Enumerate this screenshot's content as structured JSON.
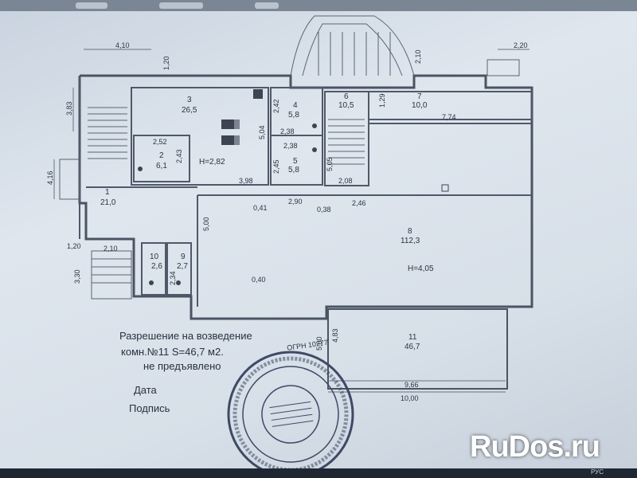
{
  "dimensions": {
    "d_410": "4,10",
    "d_120": "1,20",
    "d_210_top": "2,10",
    "d_220": "2,20",
    "d_383": "3,83",
    "d_242": "2,42",
    "d_238a": "2,38",
    "d_238b": "2,38",
    "d_504": "5,04",
    "d_129": "1,29",
    "d_774": "7,74",
    "d_252": "2,52",
    "d_243": "2,43",
    "d_245": "2,45",
    "d_505": "5,05",
    "d_398": "3,98",
    "d_208": "2,08",
    "d_416": "4,16",
    "d_041": "0,41",
    "d_290": "2,90",
    "d_038": "0,38",
    "d_246": "2,46",
    "d_500_left": "5,00",
    "d_120b": "1,20",
    "d_210b": "2,10",
    "d_330": "3,30",
    "d_234": "2,34",
    "d_040": "0,40",
    "d_500_right": "5,00",
    "d_483": "4,83",
    "d_966": "9,66",
    "d_1000": "10,00"
  },
  "rooms": {
    "r1": {
      "num": "1",
      "area": "21,0"
    },
    "r2": {
      "num": "2",
      "area": "6,1"
    },
    "r3": {
      "num": "3",
      "area": "26,5"
    },
    "r4": {
      "num": "4",
      "area": "5,8"
    },
    "r5": {
      "num": "5",
      "area": "5,8"
    },
    "r6": {
      "num": "6",
      "area": "10,5"
    },
    "r7": {
      "num": "7",
      "area": "10,0"
    },
    "r8": {
      "num": "8",
      "area": "112,3"
    },
    "r9": {
      "num": "9",
      "area": "2,7"
    },
    "r10": {
      "num": "10",
      "area": "2,6"
    },
    "r11": {
      "num": "11",
      "area": "46,7"
    }
  },
  "heights": {
    "h_left": "H=2,82",
    "h_right": "H=4,05"
  },
  "notes": {
    "line1": "Разрешение на возведение",
    "line2": "комн.№11 S=46,7 м2.",
    "line3": "не предъявлено",
    "date_label": "Дата",
    "sign_label": "Подпись"
  },
  "stamp": {
    "center_text": "ОГРН 10277"
  },
  "taskbar": {
    "lang": "РУС"
  },
  "watermark": "RuDos.ru"
}
